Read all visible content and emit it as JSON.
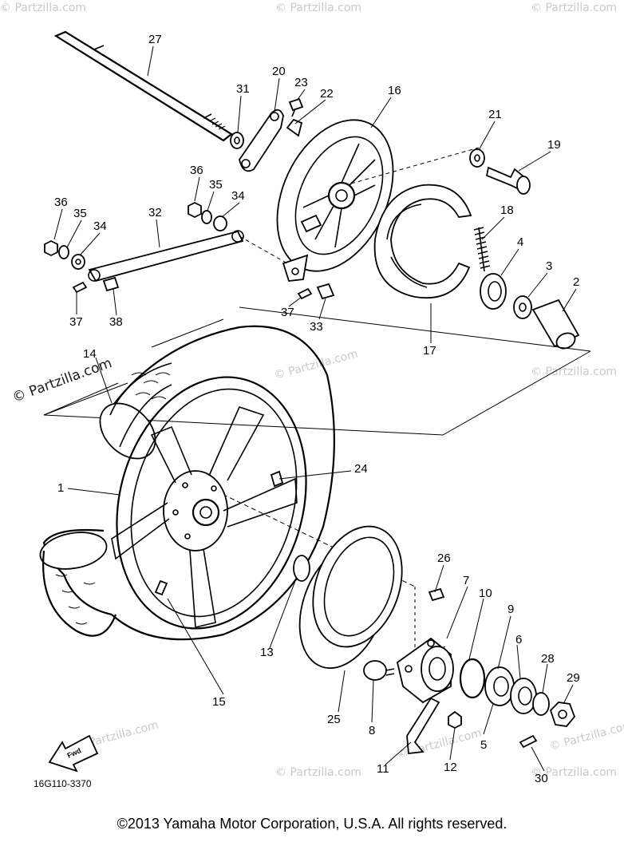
{
  "diagram": {
    "part_numbers": [
      {
        "id": "1",
        "text": "1"
      },
      {
        "id": "2",
        "text": "2"
      },
      {
        "id": "3",
        "text": "3"
      },
      {
        "id": "4",
        "text": "4"
      },
      {
        "id": "5",
        "text": "5"
      },
      {
        "id": "6",
        "text": "6"
      },
      {
        "id": "7",
        "text": "7"
      },
      {
        "id": "8",
        "text": "8"
      },
      {
        "id": "9",
        "text": "9"
      },
      {
        "id": "10",
        "text": "10"
      },
      {
        "id": "11",
        "text": "11"
      },
      {
        "id": "12",
        "text": "12"
      },
      {
        "id": "13",
        "text": "13"
      },
      {
        "id": "14",
        "text": "14"
      },
      {
        "id": "15",
        "text": "15"
      },
      {
        "id": "16",
        "text": "16"
      },
      {
        "id": "17",
        "text": "17"
      },
      {
        "id": "18",
        "text": "18"
      },
      {
        "id": "19",
        "text": "19"
      },
      {
        "id": "20",
        "text": "20"
      },
      {
        "id": "21",
        "text": "21"
      },
      {
        "id": "22",
        "text": "22"
      },
      {
        "id": "23",
        "text": "23"
      },
      {
        "id": "24",
        "text": "24"
      },
      {
        "id": "25",
        "text": "25"
      },
      {
        "id": "26",
        "text": "26"
      },
      {
        "id": "27",
        "text": "27"
      },
      {
        "id": "28",
        "text": "28"
      },
      {
        "id": "29",
        "text": "29"
      },
      {
        "id": "30",
        "text": "30"
      },
      {
        "id": "31",
        "text": "31"
      },
      {
        "id": "32",
        "text": "32"
      },
      {
        "id": "33",
        "text": "33"
      },
      {
        "id": "34a",
        "text": "34"
      },
      {
        "id": "35a",
        "text": "35"
      },
      {
        "id": "36a",
        "text": "36"
      },
      {
        "id": "34b",
        "text": "34"
      },
      {
        "id": "35b",
        "text": "35"
      },
      {
        "id": "36b",
        "text": "36"
      },
      {
        "id": "37a",
        "text": "37"
      },
      {
        "id": "37b",
        "text": "37"
      },
      {
        "id": "38",
        "text": "38"
      }
    ],
    "diagram_code": "16G110-3370",
    "fwd_label": "Fwd",
    "watermark_main": "© Partzilla.com",
    "watermark_small": "© Partzilla.com"
  },
  "footer": {
    "copyright": "©2013  Yamaha Motor Corporation, U.S.A. All rights reserved."
  }
}
